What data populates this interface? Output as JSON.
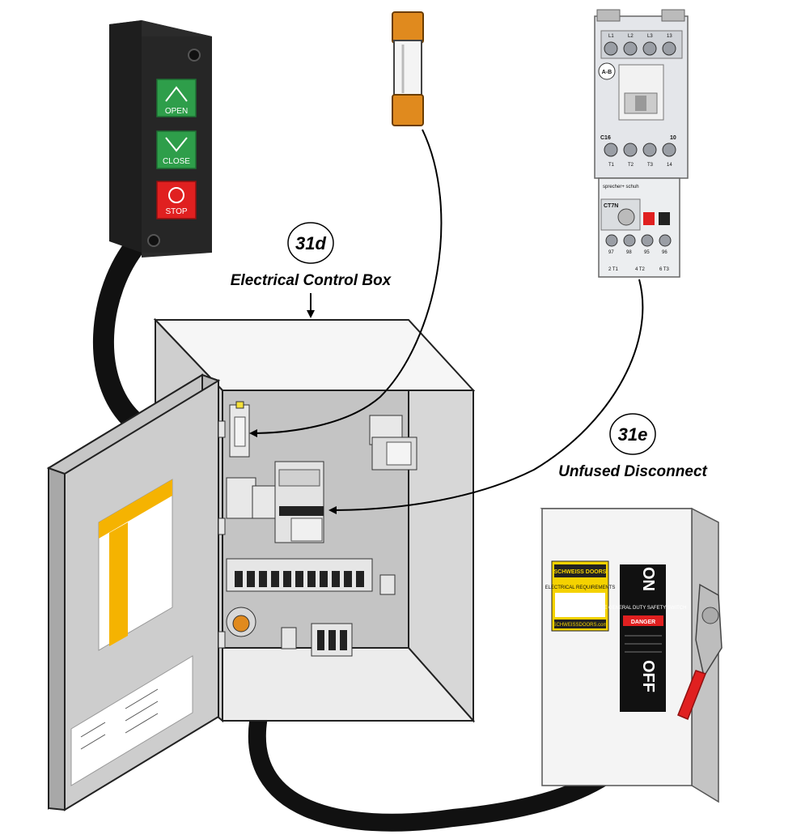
{
  "callouts": {
    "control_box": {
      "number": "31d",
      "label": "Electrical Control Box"
    },
    "disconnect": {
      "number": "31e",
      "label": "Unfused Disconnect"
    }
  },
  "pushbutton_station": {
    "open_label": "OPEN",
    "close_label": "CLOSE",
    "stop_label": "STOP"
  },
  "contactor": {
    "brand": "A-B",
    "model": "C16",
    "code": "10",
    "top_terminals": [
      "L1",
      "L2",
      "L3",
      "13"
    ],
    "bottom_terminals": [
      "T1",
      "T2",
      "T3",
      "14"
    ],
    "overload_brand": "sprecher+ schuh",
    "overload_model": "CT7N",
    "overload_terminals": [
      "97",
      "98",
      "95",
      "96"
    ],
    "load_terminals": [
      "2 T1",
      "4 T2",
      "6 T3"
    ]
  },
  "disconnect": {
    "brand": "SCHWEISS DOORS",
    "sticker_title": "ELECTRICAL REQUIREMENTS",
    "website": "SCHWEISSDOORS.com",
    "on_label": "ON",
    "off_label": "OFF",
    "switch_title": "GE GENERAL DUTY SAFETY SWITCH",
    "danger_label": "DANGER"
  },
  "colors": {
    "button_green": "#2e9e4a",
    "button_red": "#e02020",
    "fuse_orange": "#e08a1e",
    "label_yellow": "#f5b301",
    "enclosure_gray": "#c8c8c8"
  }
}
